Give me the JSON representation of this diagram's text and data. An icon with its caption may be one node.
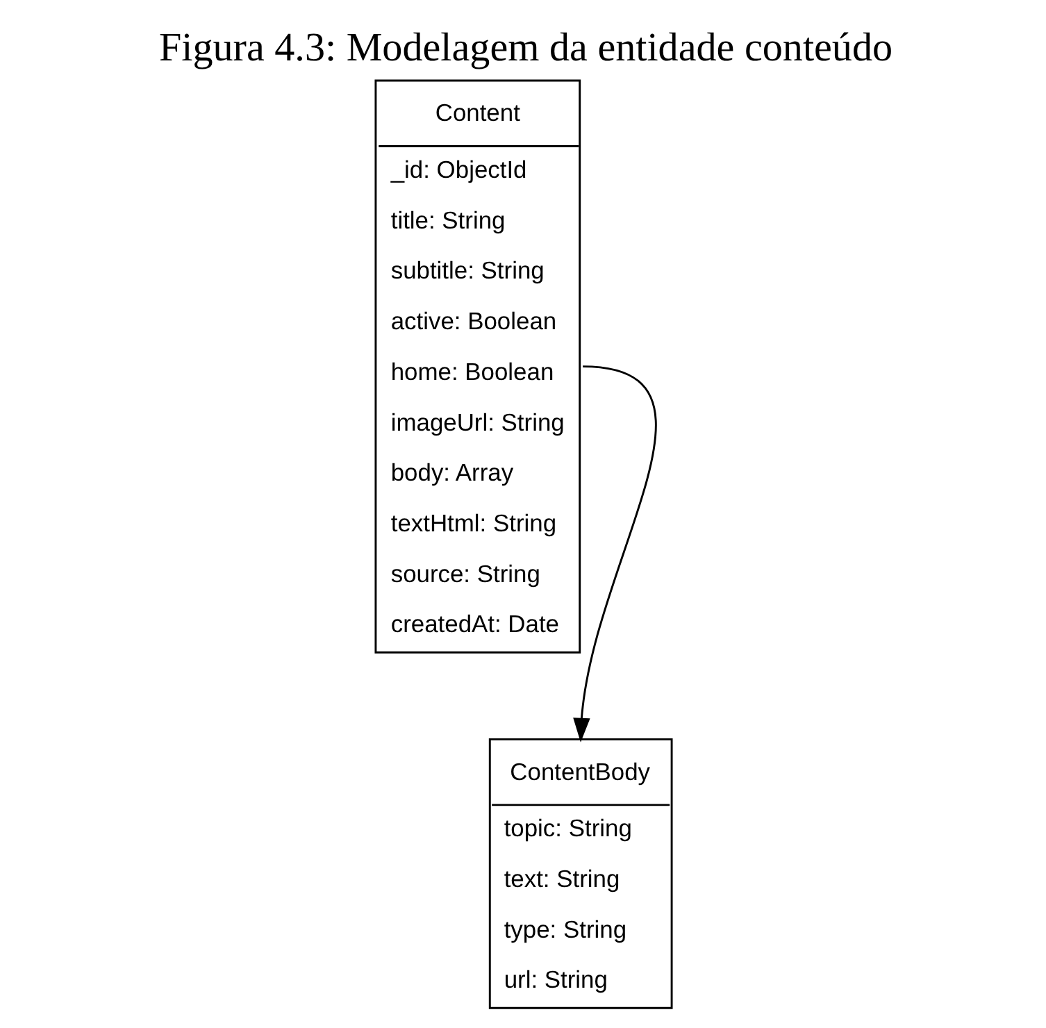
{
  "diagram": {
    "title": "Figura 4.3: Modelagem da entidade conteúdo",
    "nodes": [
      {
        "text": [
          "Content",
          "_id: ObjectId",
          "title: String",
          "subtitle: String",
          "active: Boolean",
          "home: Boolean",
          "imageUrl: String",
          "body: Array",
          "textHtml: String",
          "source: String",
          "createdAt: Date"
        ]
      },
      {
        "text": [
          "ContentBody",
          "topic: String",
          "text: String",
          "type: String",
          "url: String"
        ]
      }
    ],
    "edges": [
      {
        "from": 0,
        "to": 1,
        "arrow": "to"
      }
    ]
  }
}
